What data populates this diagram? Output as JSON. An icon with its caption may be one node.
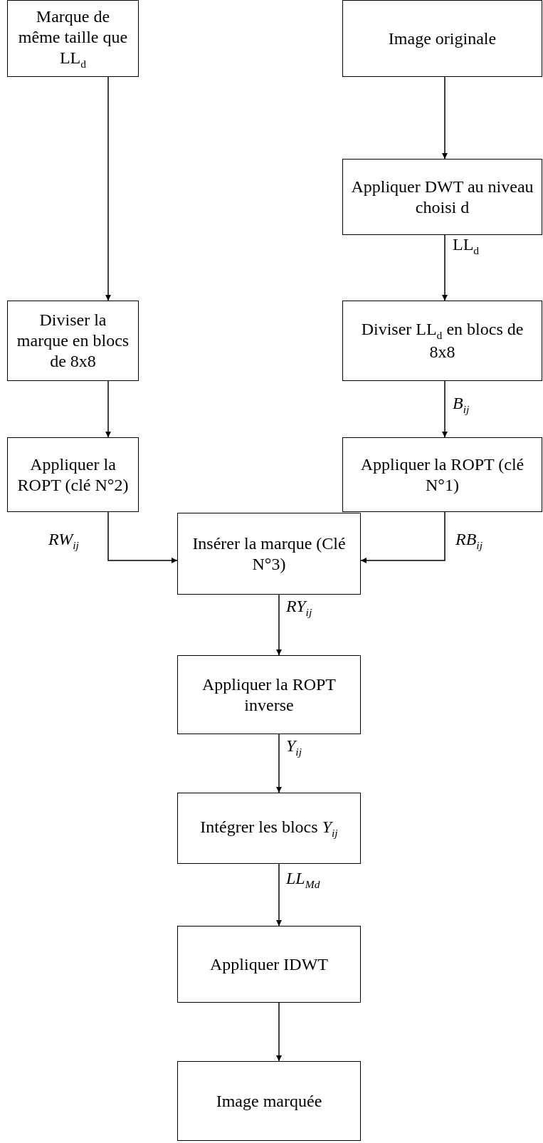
{
  "diagram": {
    "nodes": [
      {
        "text": [
          "Marque de même taille que LL$_{d}$"
        ]
      },
      {
        "text": [
          "Image originale"
        ]
      },
      {
        "text": [
          "Appliquer DWT au niveau choisi d"
        ]
      },
      {
        "text": [
          "Diviser la marque en blocs de 8x8"
        ]
      },
      {
        "text": [
          "Diviser LL$_{d}$ en blocs de 8x8"
        ]
      },
      {
        "text": [
          "Appliquer la ROPT  (clé N°2)"
        ]
      },
      {
        "text": [
          "Appliquer la ROPT  (clé N°1)"
        ]
      },
      {
        "text": [
          "Insérer la marque (Clé N°3)"
        ]
      },
      {
        "text": [
          "Appliquer la ROPT  inverse"
        ]
      },
      {
        "text": [
          "Intégrer les blocs *Y*$_{ij}$"
        ]
      },
      {
        "text": [
          "Appliquer IDWT"
        ]
      },
      {
        "text": [
          "Image marquée"
        ]
      }
    ],
    "edges": [
      {
        "from": 0,
        "to": 3,
        "arrow": "to"
      },
      {
        "from": 1,
        "to": 2,
        "arrow": "to"
      },
      {
        "from": 2,
        "to": 4,
        "arrow": "to",
        "label": "LL$_{d}$"
      },
      {
        "from": 3,
        "to": 5,
        "arrow": "to"
      },
      {
        "from": 4,
        "to": 6,
        "arrow": "to",
        "label": "*B*$_{ij}$"
      },
      {
        "from": 5,
        "to": 7,
        "arrow": "to",
        "label": "*RW*$_{ij}$"
      },
      {
        "from": 6,
        "to": 7,
        "arrow": "to",
        "label": "*RB*$_{ij}$"
      },
      {
        "from": 7,
        "to": 8,
        "arrow": "to",
        "label": "*RY*$_{ij}$"
      },
      {
        "from": 8,
        "to": 9,
        "arrow": "to",
        "label": "*Y*$_{ij}$"
      },
      {
        "from": 9,
        "to": 10,
        "arrow": "to",
        "label": "*LL*$_{Md}$"
      },
      {
        "from": 10,
        "to": 11,
        "arrow": "to"
      }
    ]
  }
}
